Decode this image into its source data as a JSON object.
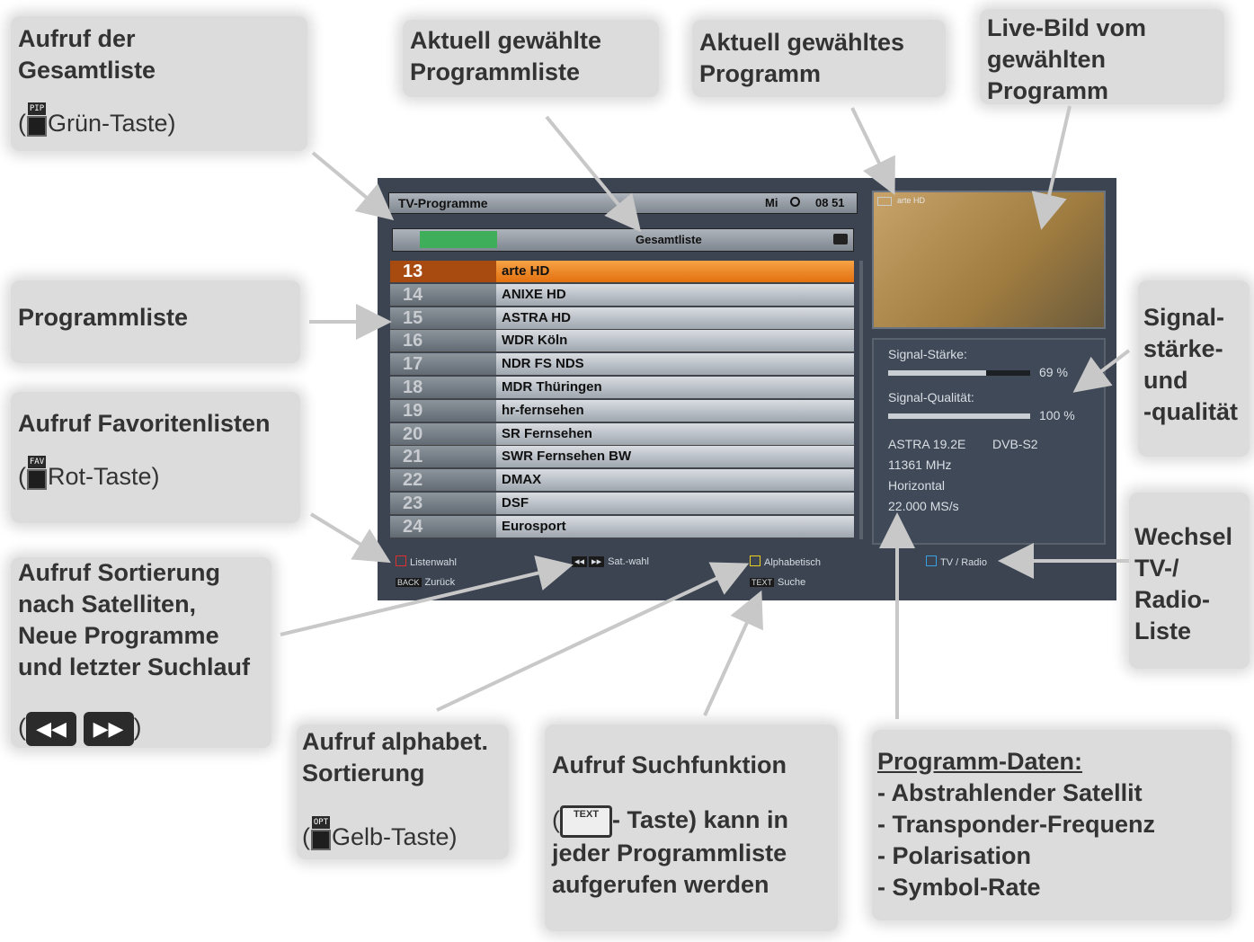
{
  "colors": {
    "accent_orange": "#f08a20",
    "background_panel": "#3c4452",
    "callout_bg": "#dcdcdc",
    "red": "#e03030",
    "yellow": "#e8d020",
    "blue": "#3aa0e0",
    "green": "#3fae5a"
  },
  "callouts": {
    "gesamtliste": {
      "line1": "Aufruf der",
      "line2": "Gesamtliste",
      "key_label": "PIP",
      "key_text": "Grün-Taste)",
      "paren": "("
    },
    "aktuelle_liste": {
      "line1": "Aktuell gewählte",
      "line2": "Programmliste"
    },
    "aktuelles_programm": {
      "line1": "Aktuell gewähltes",
      "line2": "Programm"
    },
    "live_bild": {
      "line1": "Live-Bild vom",
      "line2": "gewählten",
      "line3": "Programm"
    },
    "programmliste": {
      "line1": "Programmliste"
    },
    "signal": {
      "line1": "Signal-",
      "line2": "stärke-",
      "line3": "und",
      "line4": "-qualität"
    },
    "favoriten": {
      "line1": "Aufruf Favoritenlisten",
      "key_label": "FAV",
      "key_text": "Rot-Taste)",
      "paren": "("
    },
    "wechsel": {
      "line1": "Wechsel",
      "line2": "TV-/",
      "line3": "Radio-",
      "line4": "Liste"
    },
    "sortierung": {
      "line1": "Aufruf Sortierung",
      "line2": "nach Satelliten,",
      "line3": "Neue Programme",
      "line4": "und letzter Suchlauf",
      "paren_open": "(",
      "paren_close": ")",
      "rew": "◀◀",
      "ffw": "▶▶"
    },
    "alphabet": {
      "line1": "Aufruf alphabet.",
      "line2": "Sortierung",
      "key_label": "OPT",
      "key_text": "Gelb-Taste)",
      "paren": "("
    },
    "suche": {
      "line1": "Aufruf Suchfunktion",
      "key_label": "TEXT",
      "key_rest": "- Taste) kann in",
      "paren": "(",
      "line3": "jeder Programmliste",
      "line4": "aufgerufen werden"
    },
    "programm_daten": {
      "title": "Programm-Daten:",
      "items": [
        "- Abstrahlender Satellit",
        "- Transponder-Frequenz",
        "- Polarisation",
        "- Symbol-Rate"
      ]
    }
  },
  "tv": {
    "header_title": "TV-Programme",
    "day": "Mi",
    "time": "08 51",
    "list_name": "Gesamtliste",
    "channels": [
      {
        "num": "13",
        "name": "arte HD"
      },
      {
        "num": "14",
        "name": "ANIXE HD"
      },
      {
        "num": "15",
        "name": "ASTRA HD"
      },
      {
        "num": "16",
        "name": "WDR Köln"
      },
      {
        "num": "17",
        "name": "NDR FS NDS"
      },
      {
        "num": "18",
        "name": "MDR Thüringen"
      },
      {
        "num": "19",
        "name": "hr-fernsehen"
      },
      {
        "num": "20",
        "name": "SR Fernsehen"
      },
      {
        "num": "21",
        "name": "SWR Fernsehen BW"
      },
      {
        "num": "22",
        "name": "DMAX"
      },
      {
        "num": "23",
        "name": "DSF"
      },
      {
        "num": "24",
        "name": "Eurosport"
      }
    ],
    "preview_label": "arte HD",
    "signal_strength_label": "Signal-Stärke:",
    "signal_strength_value": "69 %",
    "signal_strength_pct": 69,
    "signal_quality_label": "Signal-Qualität:",
    "signal_quality_value": "100 %",
    "signal_quality_pct": 100,
    "satellite": "ASTRA 19.2E",
    "standard": "DVB-S2",
    "frequency": "11361 MHz",
    "polarisation": "Horizontal",
    "symbol_rate": "22.000 MS/s",
    "footer": {
      "listenwahl": "Listenwahl",
      "zurueck": "Zurück",
      "back_key": "BACK",
      "satwahl": "Sat.-wahl",
      "alphabetisch": "Alphabetisch",
      "text_key": "TEXT",
      "suche": "Suche",
      "tv_radio": "TV / Radio"
    }
  }
}
